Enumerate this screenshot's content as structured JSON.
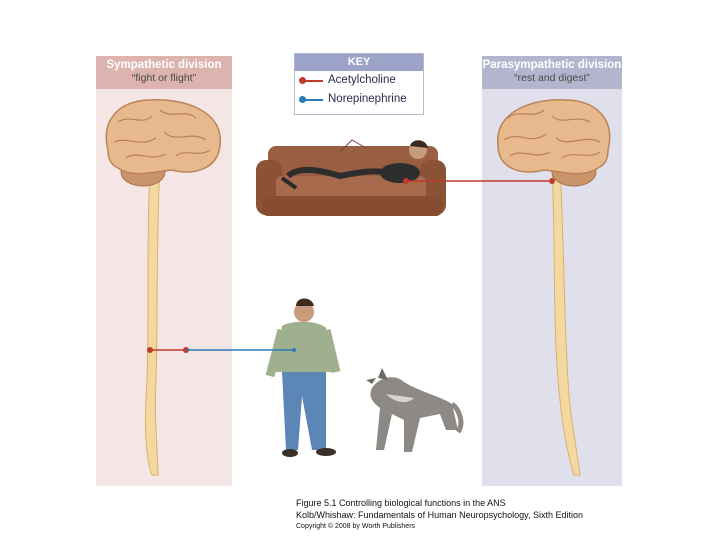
{
  "left_panel": {
    "title": "Sympathetic division",
    "subtitle": "“fight or flight”"
  },
  "right_panel": {
    "title": "Parasympathetic division",
    "subtitle": "“rest and digest”"
  },
  "key": {
    "title": "KEY",
    "items": [
      {
        "label": "Acetylcholine",
        "color": "#c0392b"
      },
      {
        "label": "Norepinephrine",
        "color": "#2a79b8"
      }
    ]
  },
  "caption": {
    "line1": "Figure 5.1  Controlling biological functions in the ANS",
    "line2": "Kolb/Whishaw: Fundamentals of Human Neuropsychology, Sixth Edition",
    "copyright": "Copyright © 2008 by Worth Publishers"
  },
  "colors": {
    "sympathetic_bg": "#f4e6e4",
    "sympathetic_header": "#dcb3ae",
    "parasympathetic_bg": "#dfe0ec",
    "parasympathetic_header": "#b3b5cf",
    "key_header": "#9ba3c8"
  },
  "illustrations": [
    "left-brain-spinal-cord",
    "right-brain-spinal-cord",
    "person-resting-on-couch",
    "man-standing",
    "wolf"
  ]
}
